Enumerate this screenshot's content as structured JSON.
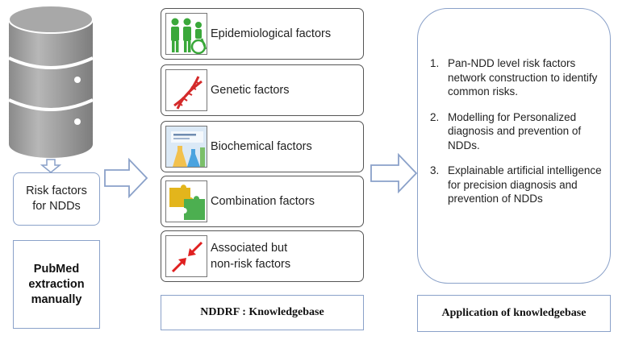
{
  "source": {
    "risk_box_text": [
      "Risk factors",
      "for NDDs"
    ],
    "pubmed_text": [
      "PubMed",
      "extraction",
      "manually"
    ]
  },
  "factors": [
    {
      "label": [
        "Epidemiological factors"
      ],
      "icon": "people-wheelchair-icon",
      "color": "#3aa83a"
    },
    {
      "label": [
        "Genetic factors"
      ],
      "icon": "dna-helix-icon",
      "color": "#d42a2a"
    },
    {
      "label": [
        "Biochemical factors"
      ],
      "icon": "lab-flasks-icon",
      "color": "#2f7fc9"
    },
    {
      "label": [
        "Combination factors"
      ],
      "icon": "puzzle-pieces-icon",
      "color": "#e3b51c"
    },
    {
      "label": [
        "Associated but",
        "non-risk factors"
      ],
      "icon": "converging-arrows-icon",
      "color": "#e02020"
    }
  ],
  "knowledgebase_label": "NDDRF : Knowledgebase",
  "applications": [
    {
      "num": "1.",
      "text": "Pan-NDD level risk factors network construction to identify common risks."
    },
    {
      "num": "2.",
      "text": "Modelling for Personalized diagnosis and prevention of NDDs."
    },
    {
      "num": "3.",
      "text": "Explainable artificial intelligence for precision diagnosis and prevention of NDDs"
    }
  ],
  "application_label": "Application of knowledgebase",
  "colors": {
    "box_border": "#8aa1c9",
    "database": "#9e9e9e"
  }
}
